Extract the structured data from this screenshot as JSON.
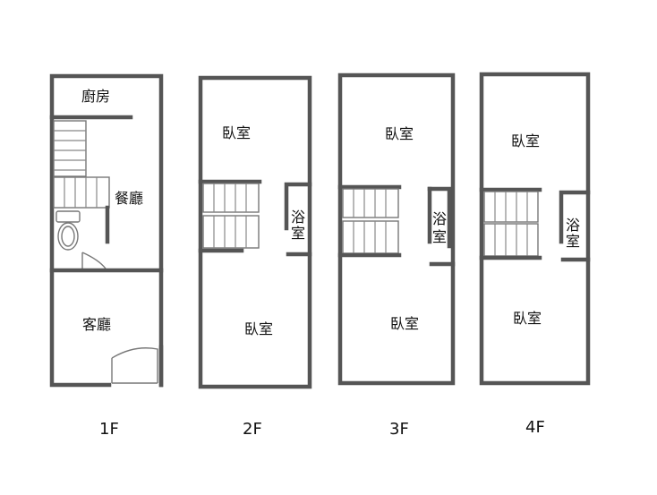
{
  "floors": [
    {
      "floor_label": "1F",
      "rooms": {
        "kitchen": "廚房",
        "dining": "餐廳",
        "living": "客廳"
      }
    },
    {
      "floor_label": "2F",
      "rooms": {
        "bedroom_front": "臥室",
        "bath_a": "浴",
        "bath_b": "室",
        "bedroom_rear": "臥室"
      }
    },
    {
      "floor_label": "3F",
      "rooms": {
        "bedroom_front": "臥室",
        "bath_a": "浴",
        "bath_b": "室",
        "bedroom_rear": "臥室"
      }
    },
    {
      "floor_label": "4F",
      "rooms": {
        "bedroom_front": "臥室",
        "bath_a": "浴",
        "bath_b": "室",
        "bedroom_rear": "臥室"
      }
    }
  ],
  "colors": {
    "wall": "#555555",
    "stair_line": "#888888",
    "text": "#111111"
  }
}
